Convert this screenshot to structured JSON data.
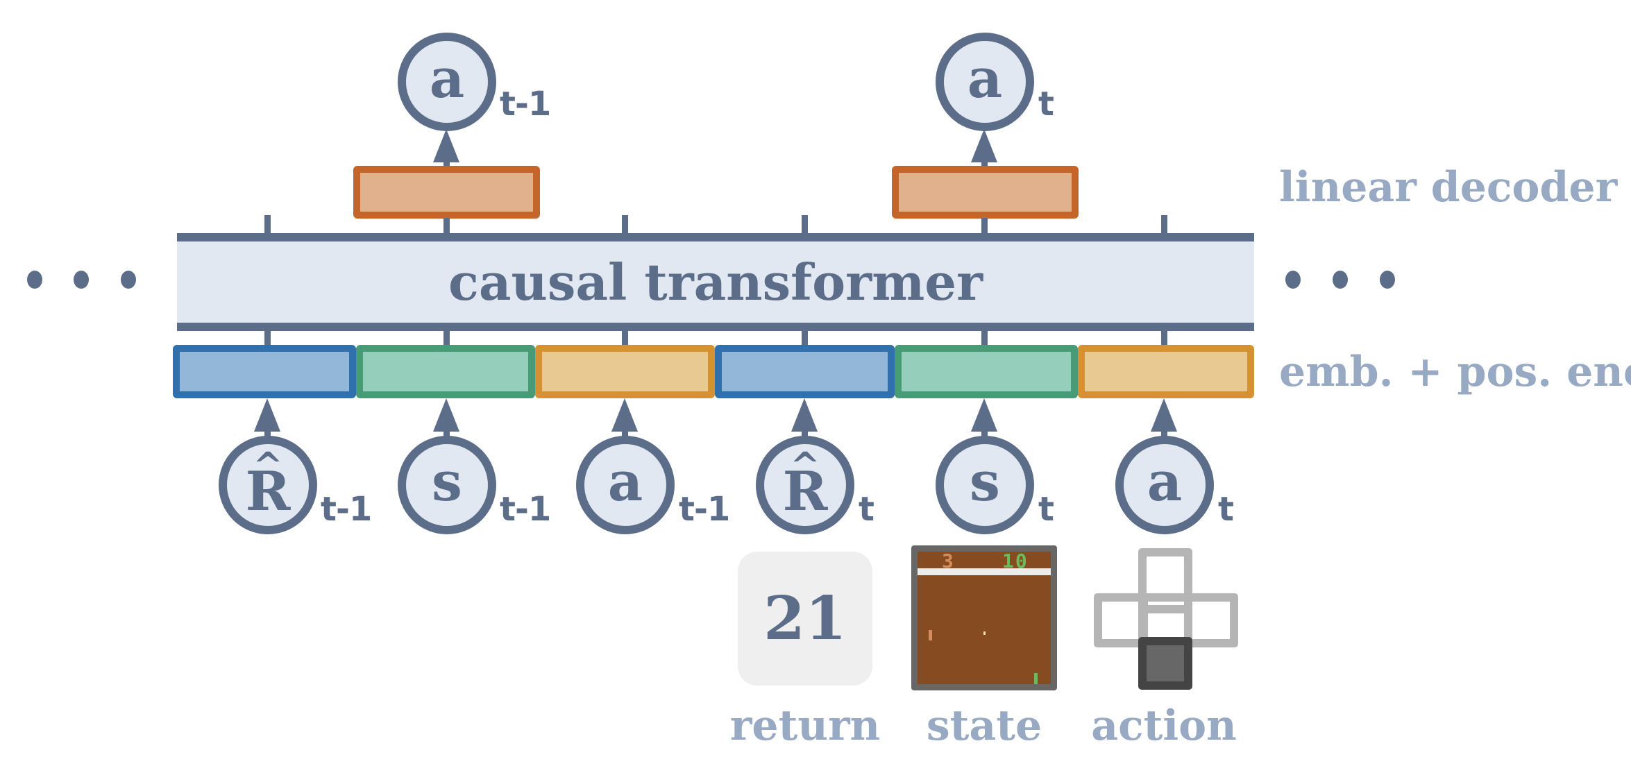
{
  "title": "Decision Transformer architecture",
  "transformer": {
    "label": "causal transformer"
  },
  "side_labels": {
    "decoder": "linear decoder",
    "embedding": "emb. + pos. enc."
  },
  "ellipsis": "...",
  "outputs": [
    {
      "symbol": "a",
      "subscript": "t-1"
    },
    {
      "symbol": "a",
      "subscript": "t"
    }
  ],
  "inputs": [
    {
      "symbol": "R",
      "hat": "^",
      "subscript": "t-1",
      "kind": "return"
    },
    {
      "symbol": "s",
      "subscript": "t-1",
      "kind": "state"
    },
    {
      "symbol": "a",
      "subscript": "t-1",
      "kind": "action"
    },
    {
      "symbol": "R",
      "hat": "^",
      "subscript": "t",
      "kind": "return"
    },
    {
      "symbol": "s",
      "subscript": "t",
      "kind": "state"
    },
    {
      "symbol": "a",
      "subscript": "t",
      "kind": "action"
    }
  ],
  "legend": {
    "return": {
      "label": "return",
      "value": "21"
    },
    "state": {
      "label": "state",
      "score_left": "3",
      "score_right": "10"
    },
    "action": {
      "label": "action"
    }
  },
  "colors": {
    "node_stroke": "#5c6d89",
    "node_fill": "#e1e8f1",
    "return_border": "#3070ad",
    "return_fill": "#92b7d8",
    "state_border": "#479c77",
    "state_fill": "#95cfbb",
    "action_border": "#d59232",
    "action_fill": "#e8c991",
    "decoder_border": "#c4662a",
    "decoder_fill": "#e0b18c",
    "label_muted": "#97a9c3"
  }
}
